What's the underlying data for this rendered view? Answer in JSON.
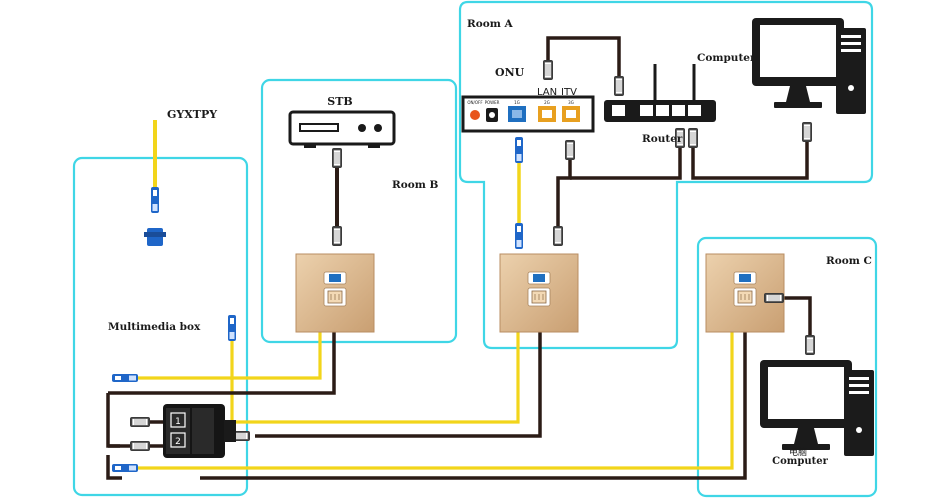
{
  "labels": {
    "gyxtpy": "GYXTPY",
    "multimedia_box": "Multimedia box",
    "stb": "STB",
    "room_b": "Room B",
    "room_a": "Room A",
    "onu": "ONU",
    "computer_a": "Computer",
    "router": "Router",
    "room_c": "Room C",
    "computer_c_cn": "电脑",
    "computer_c": "Computer"
  },
  "onu_ports": {
    "lan": "LAN",
    "itv": "ITV",
    "onoff": "ON/OFF",
    "power": "POWER",
    "port1": "1G",
    "port2": "2G",
    "port3": "3G"
  },
  "splitter_ports": [
    "1",
    "2"
  ],
  "colors": {
    "room_border": "#3fd6e6",
    "fiber_yellow": "#f2d51b",
    "cable_dark": "#2b1c16",
    "socket_gold": "#d8b48c",
    "port_blue": "#1f6fc0",
    "port_orange": "#e8a020",
    "onu_button": "#e8541c"
  },
  "icons": [
    "stb-device-icon",
    "onu-device-icon",
    "router-icon",
    "computer-icon",
    "wall-socket-icon",
    "fiber-connector-icon",
    "rj45-plug-icon",
    "splitter-icon"
  ]
}
